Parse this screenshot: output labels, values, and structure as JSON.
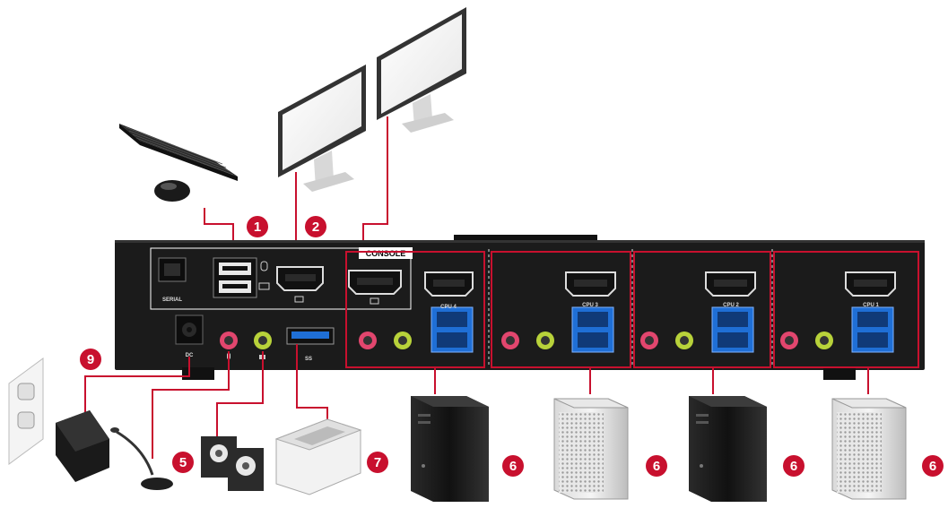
{
  "panel": {
    "serial_label": "SERIAL",
    "console_label": "CONSOLE",
    "usb_label": "SS",
    "cpu_labels": [
      "CPU 4",
      "CPU 3",
      "CPU 2",
      "CPU 1"
    ]
  },
  "callouts": {
    "n1": "1",
    "n2": "2",
    "n5": "5",
    "n6": "6",
    "n7": "7",
    "n9": "9"
  },
  "colors": {
    "accent": "#c8102e",
    "chassis": "#1b1b1b",
    "mic_jack": "#e2466e",
    "audio_jack": "#b8d23a",
    "usb_blue": "#1f6fd6"
  }
}
